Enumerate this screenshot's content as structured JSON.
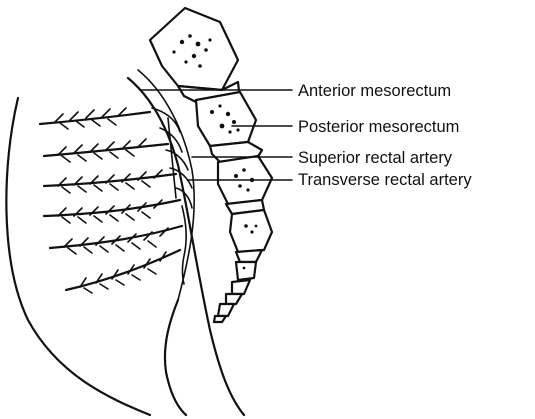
{
  "labels": {
    "anterior": "Anterior mesorectum",
    "posterior": "Posterior mesorectum",
    "superior": "Superior rectal artery",
    "transverse": "Transverse rectal artery"
  },
  "colors": {
    "ink": "#111111",
    "background": "#ffffff"
  }
}
